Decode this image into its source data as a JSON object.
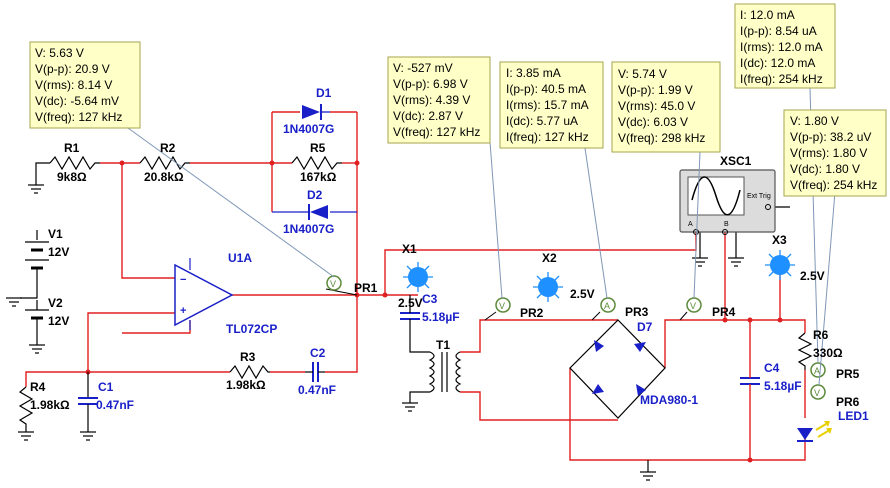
{
  "probe_boxes": [
    {
      "lines": [
        "V: 5.63 V",
        "V(p-p): 20.9 V",
        "V(rms): 8.14 V",
        "V(dc): -5.64 mV",
        "V(freq): 127 kHz"
      ]
    },
    {
      "lines": [
        "V: -527 mV",
        "V(p-p): 6.98 V",
        "V(rms): 4.39 V",
        "V(dc): 2.87 V",
        "V(freq): 127 kHz"
      ]
    },
    {
      "lines": [
        "I: 3.85 mA",
        "I(p-p): 40.5 mA",
        "I(rms): 15.7 mA",
        "I(dc): 5.77 uA",
        "I(freq): 127 kHz"
      ]
    },
    {
      "lines": [
        "V: 5.74 V",
        "V(p-p): 1.99 V",
        "V(rms): 45.0 V",
        "V(dc): 6.03 V",
        "V(freq): 298 kHz"
      ]
    },
    {
      "lines": [
        "I: 12.0 mA",
        "I(p-p): 8.54 uA",
        "I(rms): 12.0 mA",
        "I(dc): 12.0 mA",
        "I(freq): 254 kHz"
      ]
    },
    {
      "lines": [
        "V: 1.80 V",
        "V(p-p): 38.2 uV",
        "V(rms): 1.80 V",
        "V(dc): 1.80 V",
        "V(freq): 254 kHz"
      ]
    }
  ],
  "components": {
    "R1": {
      "name": "R1",
      "value": "9k8Ω"
    },
    "R2": {
      "name": "R2",
      "value": "20.8kΩ"
    },
    "R3": {
      "name": "R3",
      "value": "1.98kΩ"
    },
    "R4": {
      "name": "R4",
      "value": "1.98kΩ"
    },
    "R5": {
      "name": "R5",
      "value": "167kΩ"
    },
    "R6": {
      "name": "R6",
      "value": "330Ω"
    },
    "D1": {
      "name": "D1",
      "value": "1N4007G"
    },
    "D2": {
      "name": "D2",
      "value": "1N4007G"
    },
    "V1": {
      "name": "V1",
      "value": "12V"
    },
    "V2": {
      "name": "V2",
      "value": "12V"
    },
    "U1A": {
      "name": "U1A",
      "value": "TL072CP"
    },
    "C1": {
      "name": "C1",
      "value": "0.47nF"
    },
    "C2": {
      "name": "C2",
      "value": "0.47nF"
    },
    "C3": {
      "name": "C3",
      "value": "5.18µF"
    },
    "C4": {
      "name": "C4",
      "value": "5.18µF"
    },
    "T1": {
      "name": "T1"
    },
    "D7": {
      "name": "D7",
      "value": "MDA980-1"
    },
    "LED1": {
      "name": "LED1"
    },
    "XSC1": {
      "name": "XSC1",
      "ext_trig": "Ext Trig",
      "ch_a": "A",
      "ch_b": "B"
    }
  },
  "lamps": {
    "X1": {
      "name": "X1",
      "value": "2.5V"
    },
    "X2": {
      "name": "X2",
      "value": "2.5V"
    },
    "X3": {
      "name": "X3",
      "value": "2.5V"
    }
  },
  "probes": {
    "PR1": "PR1",
    "PR2": "PR2",
    "PR3": "PR3",
    "PR4": "PR4",
    "PR5": "PR5",
    "PR6": "PR6"
  },
  "opamp_pins": {
    "minus": "−",
    "plus": "+"
  }
}
